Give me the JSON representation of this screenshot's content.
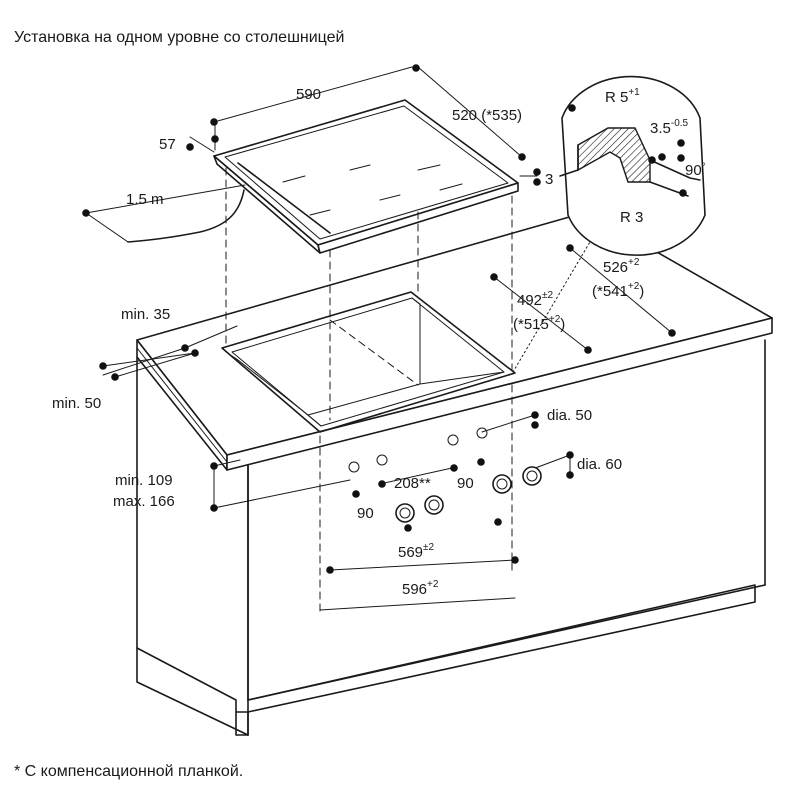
{
  "heading": "Установка на одном уровне со столешницей",
  "footnote": "* С компенсационной планкой.",
  "dimensions": {
    "hob_width": "590",
    "hob_depth": "520 (*535)",
    "hob_height": "57",
    "hob_edge": "3",
    "cable_length": "1.5 m",
    "radius_outer": "R 5",
    "radius_outer_tol": "+1",
    "step_depth": "3.5",
    "step_depth_tol": "-0.5",
    "angle": "90",
    "angle_unit": "°",
    "radius_inner": "R 3",
    "cutout_depth_outer": "526",
    "cutout_depth_outer_tol": "+2",
    "cutout_depth_outer_alt": "(*541",
    "cutout_depth_outer_alt_tol": "+2",
    "cutout_depth_outer_alt_close": ")",
    "cutout_depth_inner": "492",
    "cutout_depth_inner_tol": "±2",
    "cutout_depth_inner_alt": "(*515",
    "cutout_depth_inner_alt_tol": "+2",
    "cutout_depth_inner_alt_close": ")",
    "wall_min": "min. 35",
    "front_min": "min. 50",
    "knob_height_min": "min. 109",
    "knob_height_max": "max. 166",
    "knob_hole_dia": "dia. 50",
    "knob_dia": "dia. 60",
    "knob_spacing": "208**",
    "knob_pitch_left": "90",
    "knob_pitch_right": "90",
    "cutout_width_inner": "569",
    "cutout_width_inner_tol": "±2",
    "cutout_width_outer": "596",
    "cutout_width_outer_tol": "+2"
  },
  "colors": {
    "line": "#1a1a1a",
    "hatch_fill": "#c8c8c8",
    "background": "#ffffff"
  }
}
